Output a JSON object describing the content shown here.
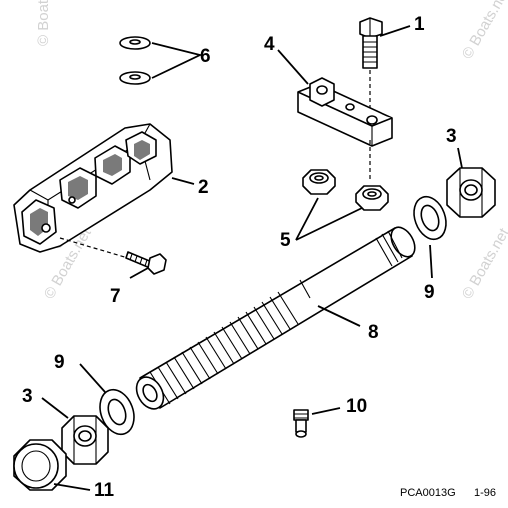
{
  "watermark": {
    "text": "© Boats.net"
  },
  "callouts": [
    {
      "id": "1",
      "label": "1"
    },
    {
      "id": "2",
      "label": "2"
    },
    {
      "id": "3a",
      "label": "3"
    },
    {
      "id": "3b",
      "label": "3"
    },
    {
      "id": "4",
      "label": "4"
    },
    {
      "id": "5",
      "label": "5"
    },
    {
      "id": "6",
      "label": "6"
    },
    {
      "id": "7",
      "label": "7"
    },
    {
      "id": "8",
      "label": "8"
    },
    {
      "id": "9a",
      "label": "9"
    },
    {
      "id": "9b",
      "label": "9"
    },
    {
      "id": "10",
      "label": "10"
    },
    {
      "id": "11",
      "label": "11"
    }
  ],
  "reference": {
    "code": "PCA0013G",
    "date": "1-96"
  },
  "colors": {
    "ink": "#000000",
    "watermark": "#d2d2d2",
    "background": "#ffffff"
  }
}
